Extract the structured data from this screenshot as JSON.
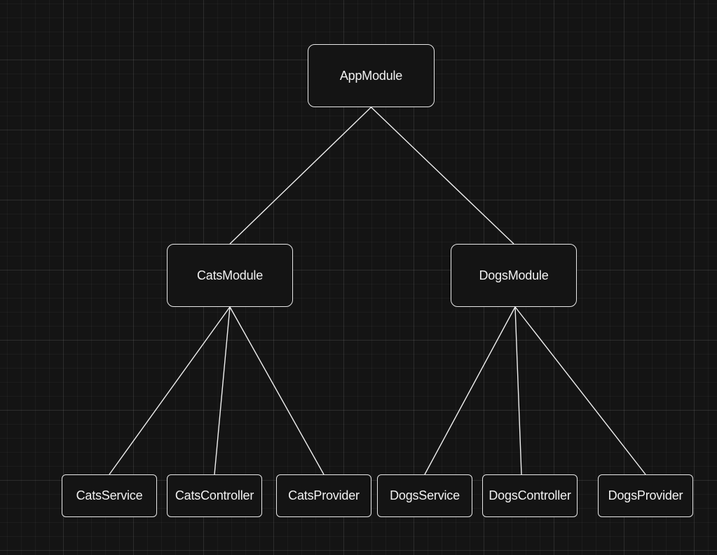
{
  "diagram": {
    "nodes": {
      "app_module": "AppModule",
      "cats_module": "CatsModule",
      "dogs_module": "DogsModule",
      "cats_service": "CatsService",
      "cats_controller": "CatsController",
      "cats_provider": "CatsProvider",
      "dogs_service": "DogsService",
      "dogs_controller": "DogsController",
      "dogs_provider": "DogsProvider"
    },
    "edges": [
      [
        "app_module",
        "cats_module"
      ],
      [
        "app_module",
        "dogs_module"
      ],
      [
        "cats_module",
        "cats_service"
      ],
      [
        "cats_module",
        "cats_controller"
      ],
      [
        "cats_module",
        "cats_provider"
      ],
      [
        "dogs_module",
        "dogs_service"
      ],
      [
        "dogs_module",
        "dogs_controller"
      ],
      [
        "dogs_module",
        "dogs_provider"
      ]
    ]
  },
  "colors": {
    "background": "#141414",
    "node_border": "#e8e8e8",
    "node_text": "#f2f2f2",
    "connector": "#f0f0f0"
  }
}
